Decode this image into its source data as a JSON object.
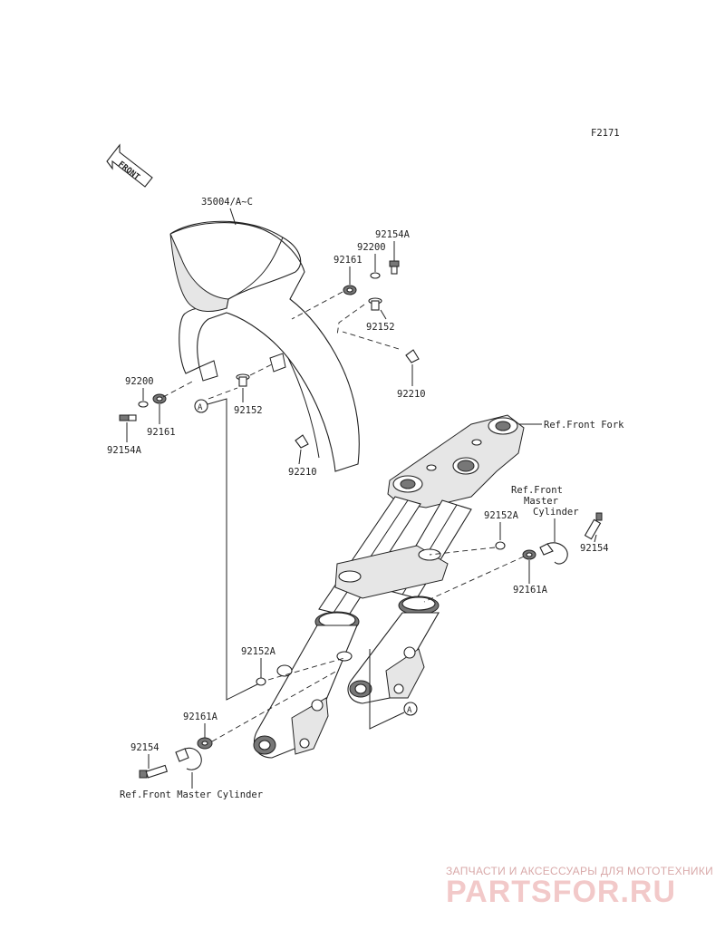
{
  "figure_code": "F2171",
  "front_arrow_label": "FRONT",
  "labels": {
    "fender": "35004/A~C",
    "bolt_top": "92154A",
    "washer_top": "92200",
    "grommet_top": "92161",
    "collar_top": "92152",
    "nut_top": "92210",
    "washer_left": "92200",
    "grommet_left": "92161",
    "bolt_left": "92154A",
    "collar_left": "92152",
    "nut_left": "92210",
    "collar_right": "92152A",
    "grommet_right": "92161A",
    "bolt_right": "92154",
    "collar_lower": "92152A",
    "grommet_lower": "92161A",
    "bolt_lower": "92154"
  },
  "refs": {
    "front_fork": "Ref.Front Fork",
    "master_cyl_right_1": "Ref.Front",
    "master_cyl_right_2": "Master",
    "master_cyl_right_3": "Cylinder",
    "master_cyl_lower": "Ref.Front Master Cylinder"
  },
  "callouts": {
    "a_upper": "A",
    "a_lower": "A"
  },
  "watermark": {
    "tagline": "ЗАПЧАСТИ И АКСЕССУАРЫ ДЛЯ МОТОТЕХНИКИ",
    "brand": "PARTSFOR.RU"
  }
}
